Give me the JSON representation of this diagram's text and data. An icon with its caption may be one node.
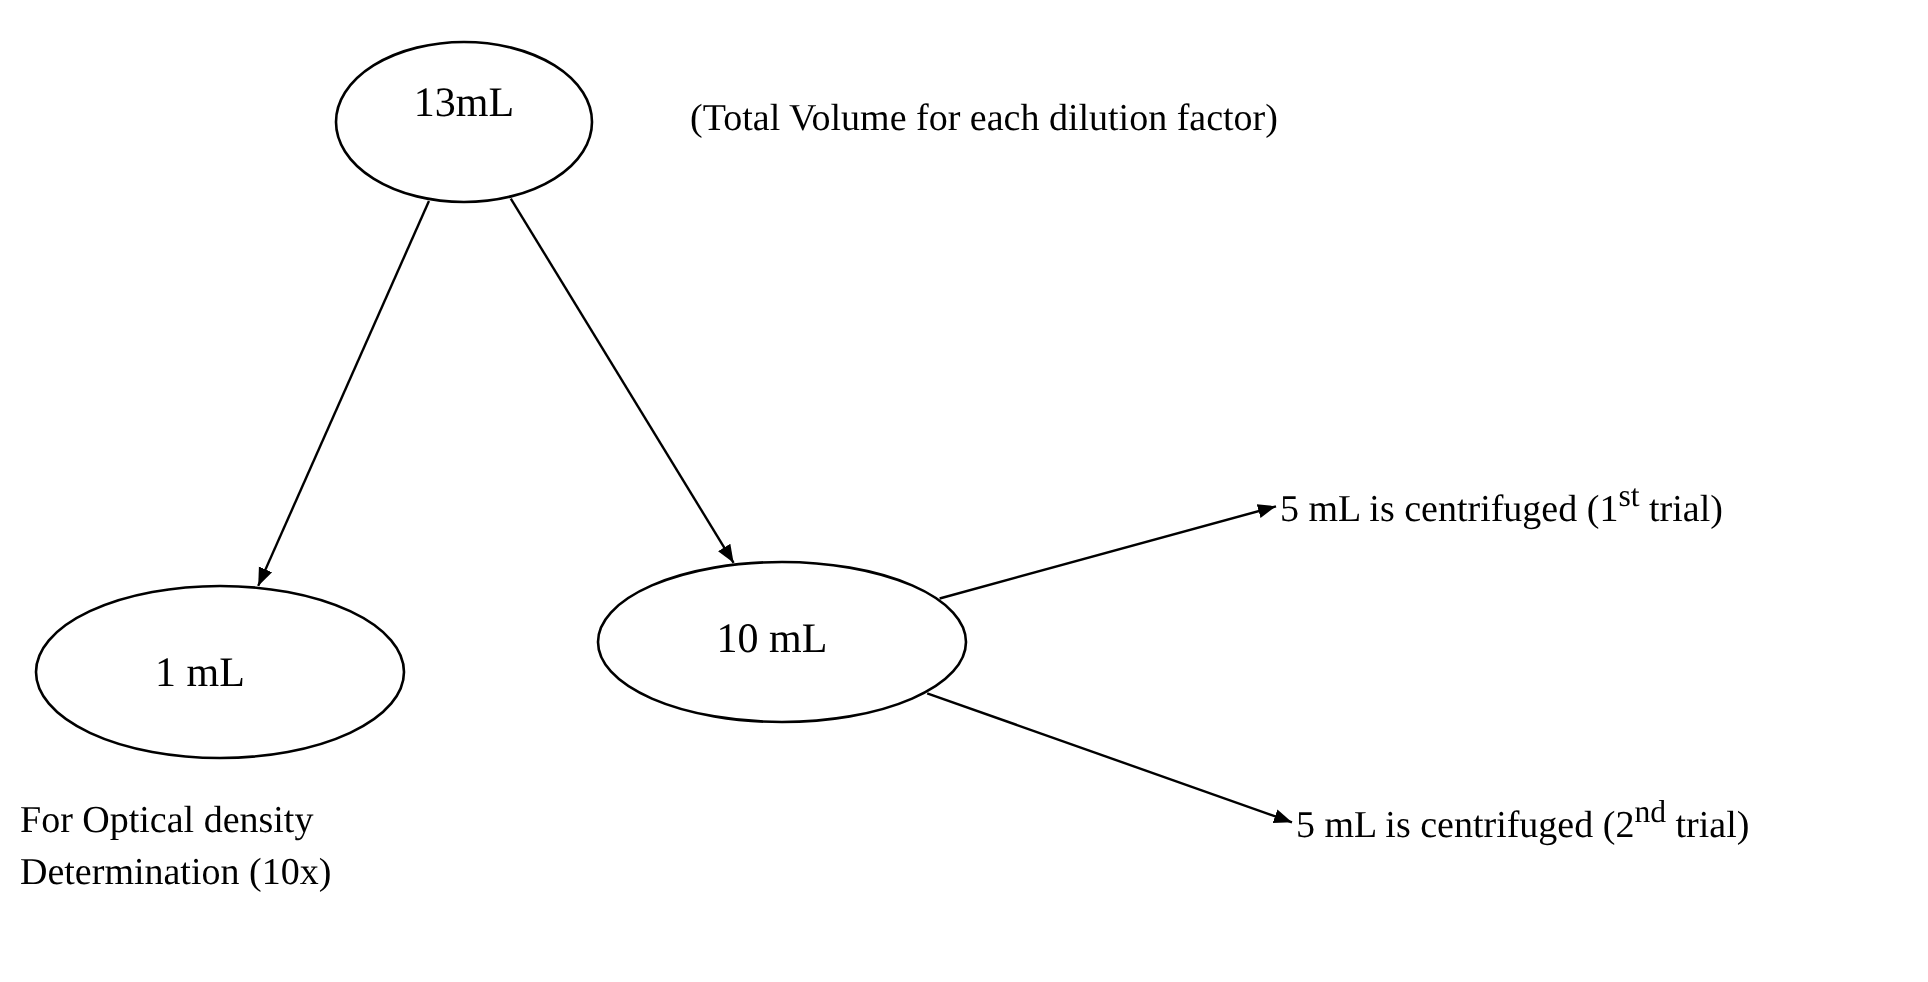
{
  "diagram": {
    "nodes": [
      {
        "text": [
          "13mL"
        ],
        "beside": [
          "(Total Volume for each dilution factor)"
        ]
      },
      {
        "text": [
          "1 mL"
        ],
        "beside": [
          "For Optical density Determination (10x)"
        ]
      },
      {
        "text": [
          "10 mL"
        ]
      },
      {
        "text": [
          "5 mL is centrifuged (1$^{st}$ trial)"
        ]
      },
      {
        "text": [
          "5 mL is centrifuged (2$^{nd}$ trial)"
        ]
      }
    ],
    "edges": [
      {
        "from": 0,
        "to": 1,
        "arrow": "to"
      },
      {
        "from": 0,
        "to": 2,
        "arrow": "to"
      },
      {
        "from": 2,
        "to": 3,
        "arrow": "to"
      },
      {
        "from": 2,
        "to": 4,
        "arrow": "to"
      }
    ]
  }
}
